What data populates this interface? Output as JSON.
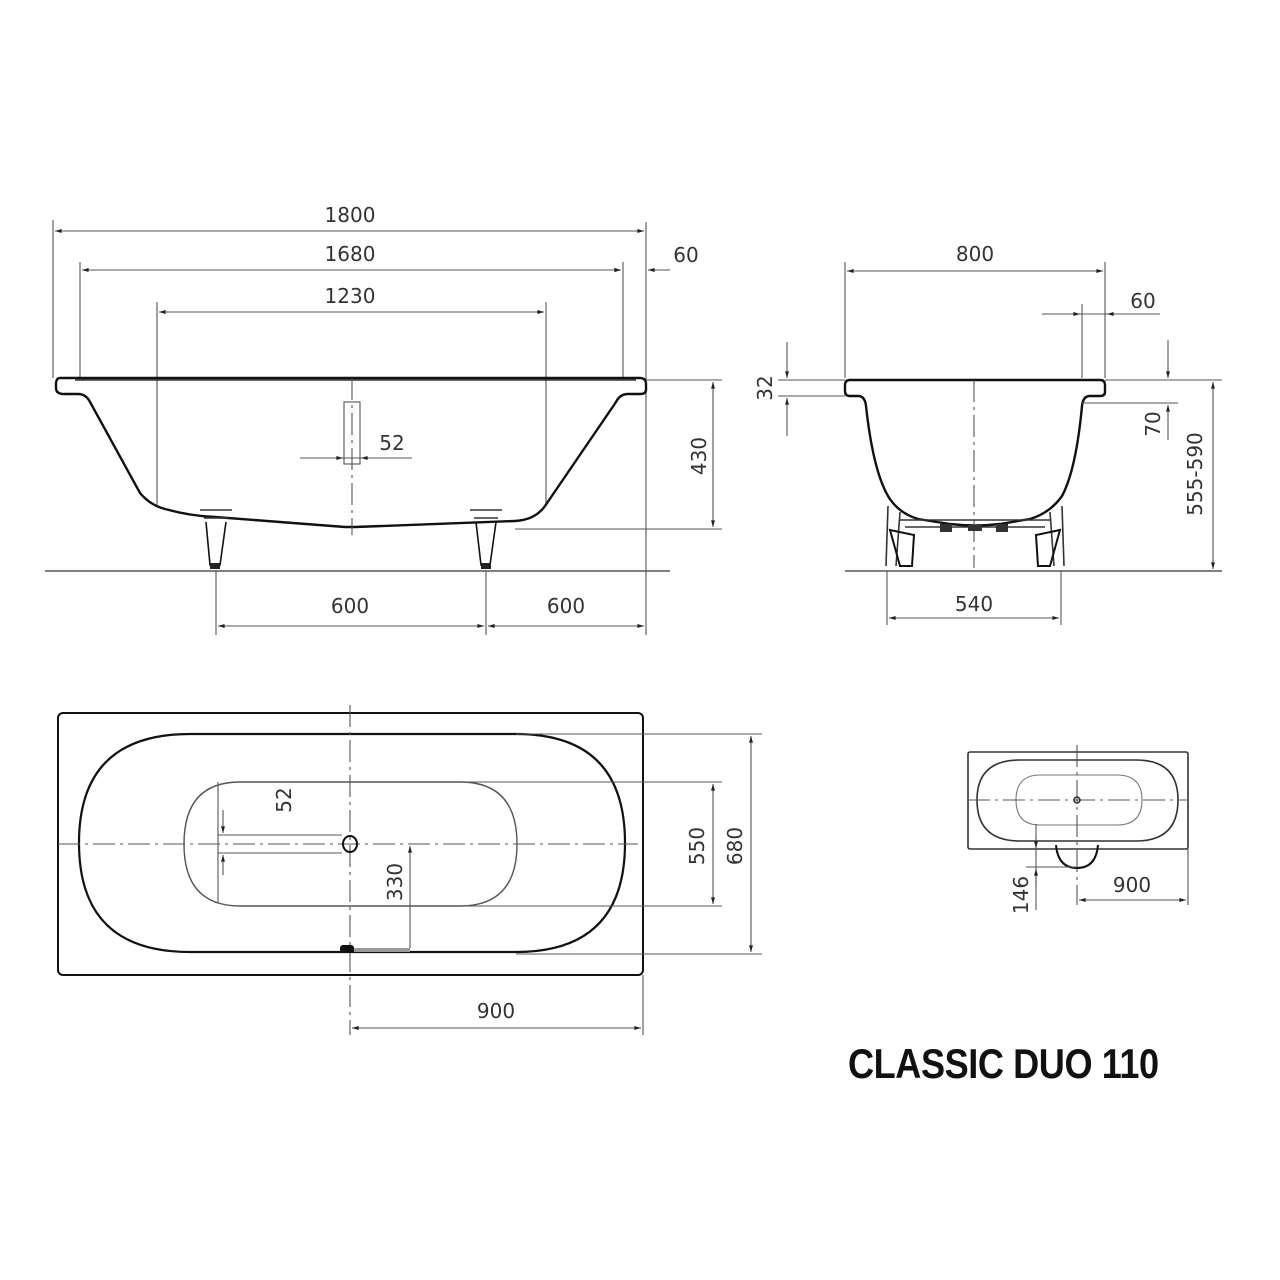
{
  "product": {
    "title": "CLASSIC DUO 110"
  },
  "front_view": {
    "overall_length": "1800",
    "inner_length": "1680",
    "bottom_length": "1230",
    "rim_width": "60",
    "drain_diameter": "52",
    "depth": "430",
    "leg_spacing": "600",
    "leg_to_end": "600"
  },
  "side_view": {
    "overall_width": "800",
    "rim_width": "60",
    "rim_thickness": "32",
    "rim_depth": "70",
    "height_range": "555-590",
    "leg_spacing": "540"
  },
  "top_view": {
    "drain_offset": "52",
    "drain_to_edge": "330",
    "inner_width": "550",
    "outer_width": "680",
    "center_to_end": "900"
  },
  "small_top_view": {
    "overflow_offset": "146",
    "center_to_end": "900"
  }
}
